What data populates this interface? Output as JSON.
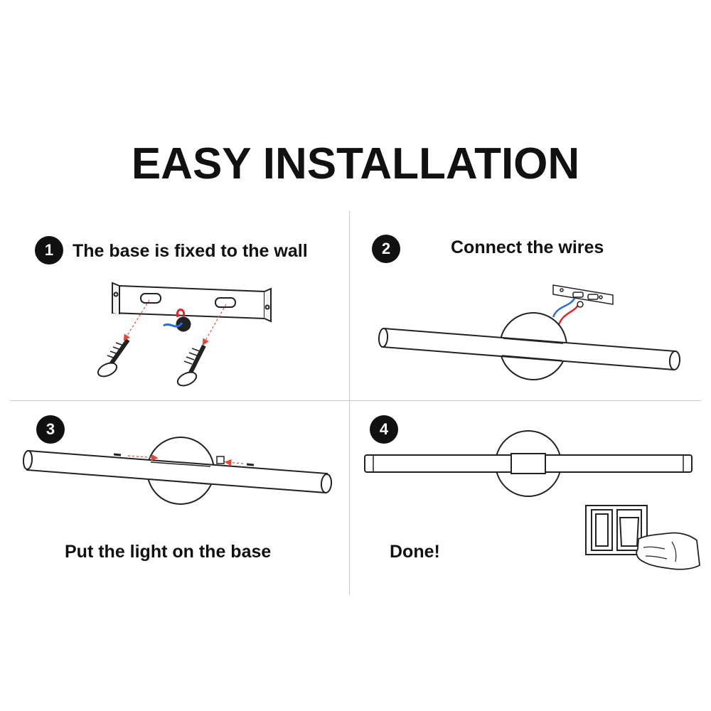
{
  "title": "EASY INSTALLATION",
  "steps": [
    {
      "number": "1",
      "text": "The base is fixed to the wall"
    },
    {
      "number": "2",
      "text": "Connect the wires"
    },
    {
      "number": "3",
      "text": "Put the light on the base"
    },
    {
      "number": "4",
      "text": "Done!"
    }
  ],
  "colors": {
    "wire_red": "#e0242b",
    "wire_blue": "#2a6ed8",
    "arrow_red": "#e04a3a"
  }
}
